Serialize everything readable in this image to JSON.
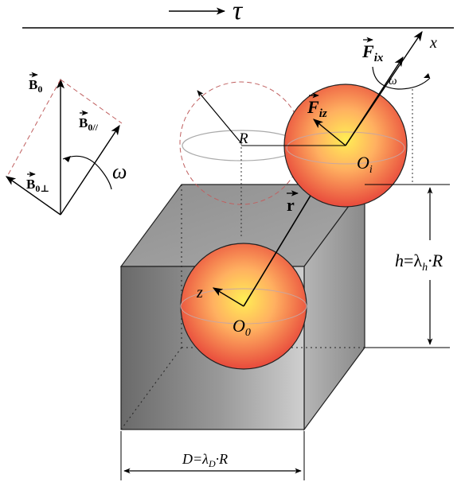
{
  "labels": {
    "tau": "τ",
    "B0_main": "B",
    "B0_sub": "0",
    "B0par_main": "B",
    "B0par_sub": "0//",
    "B0perp_main": "B",
    "B0perp_sub": "0⊥",
    "omega_left": "ω",
    "omega_top": "ω",
    "R": "R",
    "Fix_main": "F",
    "Fix_sub": "ix",
    "Fiz_main": "F",
    "Fiz_sub": "iz",
    "x": "x",
    "Oi_main": "O",
    "Oi_sub": "i",
    "r": "r",
    "z": "z",
    "O0_main": "O",
    "O0_sub": "0",
    "h_text": "h",
    "h_eq": "=λ",
    "h_sub": "h",
    "h_rest": "·R",
    "D_text": "D=λ",
    "D_sub": "D",
    "D_rest": "·R"
  },
  "colors": {
    "sphere_center": "#ffee55",
    "sphere_mid": "#ffa45a",
    "sphere_edge": "#e84a3c",
    "box_front_light": "#c2c2c2",
    "box_front_dark": "#6b6b6b",
    "box_top": "#9a9a9a",
    "box_side": "#8a8a8a",
    "dashed_red": "#c06060"
  }
}
